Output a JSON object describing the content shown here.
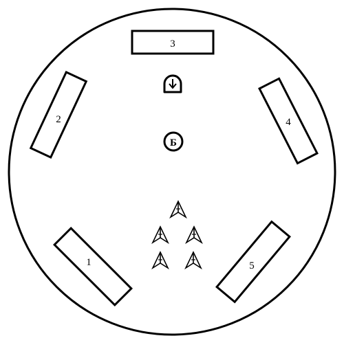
{
  "arena": {
    "stations": [
      {
        "label": "1"
      },
      {
        "label": "2"
      },
      {
        "label": "3"
      },
      {
        "label": "4"
      },
      {
        "label": "5"
      }
    ],
    "center_marker": {
      "label": "Б"
    },
    "top_marker": {
      "icon": "arrow-down-arch-icon"
    },
    "player_icon": "arrow-triangle-icon",
    "colors": {
      "stroke": "#000000",
      "fill": "#ffffff"
    }
  }
}
